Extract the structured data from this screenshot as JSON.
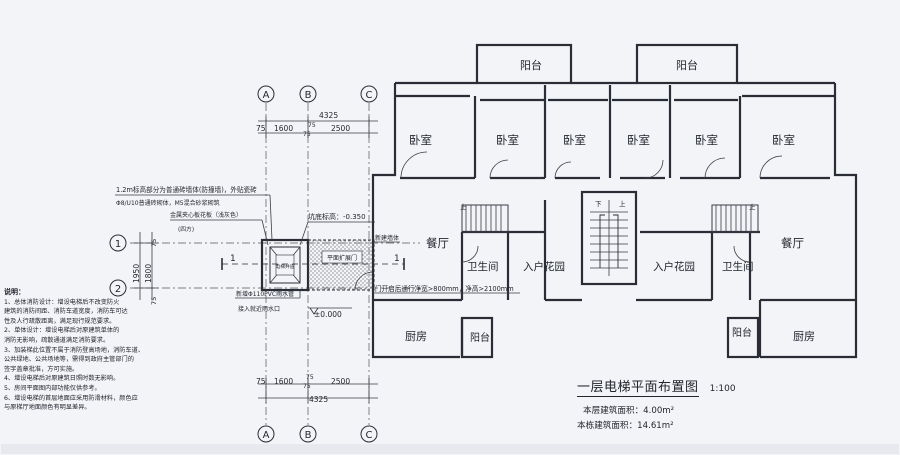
{
  "axes": {
    "col_a": "A",
    "col_b": "B",
    "col_c": "C",
    "row_1": "1",
    "row_2": "2"
  },
  "dimensions": {
    "top_total": "4325",
    "top_a": "75",
    "top_b": "75",
    "top_c": "75",
    "top_1600": "1600",
    "top_2500": "2500",
    "bottom_total": "4325",
    "bottom_a": "75",
    "bottom_b": "75",
    "bottom_c": "75",
    "bottom_1600": "1600",
    "bottom_2500": "2500",
    "left_75_top": "75",
    "left_1950": "1950",
    "left_1800": "1800",
    "left_75_bottom": "75"
  },
  "callouts": {
    "wall_note_1": "1.2m标高部分为普通砖墙体(防撞墙)，外贴瓷砖",
    "wall_note_2": "Φ8/U10普通砖砌体，M5混合砂浆砌筑",
    "cover_plate": "金属夹心板花板（浅灰色）",
    "cover_plate_sub": "(四方)",
    "level_mark": "坑底标高：-0.350",
    "new_wall": "新建墙体",
    "platform": "平面扩展门",
    "pipe": "新增Φ110PVC雨水管",
    "connect": "接入就近雨水口",
    "level_zero": "±0.000",
    "door_size": "门开启后通行净宽>800mm，净高>2100mm",
    "shaft_text": "电梯井道",
    "section_mark": "1"
  },
  "rooms": {
    "balcony_1": "阳台",
    "balcony_2": "阳台",
    "balcony_3": "阳台",
    "balcony_4": "阳台",
    "bedroom_1": "卧室",
    "bedroom_2": "卧室",
    "bedroom_3": "卧室",
    "bedroom_4": "卧室",
    "bedroom_5": "卧室",
    "bedroom_6": "卧室",
    "dining_left": "餐厅",
    "dining_right": "餐厅",
    "bath_left": "卫生间",
    "bath_right": "卫生间",
    "garden_left": "入户花园",
    "garden_right": "入户花园",
    "kitchen_left": "厨房",
    "kitchen_right": "厨房",
    "stair_down": "下",
    "stair_up": "上",
    "stair_up_left": "上",
    "stair_up_right": "上"
  },
  "notes": {
    "heading": "说明：",
    "lines": [
      "1、总体消防设计：增设电梯后不改变防火",
      "建筑的消防间距、消防车道宽度，消防车可达",
      "性及人行疏散距离，满足现行规范要求。",
      "2、单体设计：增设电梯后对原建筑单体的",
      "消防无影响，疏散通道满足消防要求。",
      "3、加装梯此位置不属于消防登高场地，消防车道、",
      "公共绿地、公共场地等，需得到政府主管部门的",
      "签字盖章批准，方可实施。",
      "4、增设电梯后对原建筑日照时数无影响。",
      "5、房间平面图内部功能仅供参考。",
      "6、增设电梯的首层地面应采用防滑材料，颜色应",
      "与原梯厅地面颜色有明显差异。"
    ]
  },
  "title": {
    "main": "一层电梯平面布置图",
    "scale": "1:100",
    "floor_area": "本层建筑面积：4.00m²",
    "total_area": "本栋建筑面积：14.61m²"
  }
}
